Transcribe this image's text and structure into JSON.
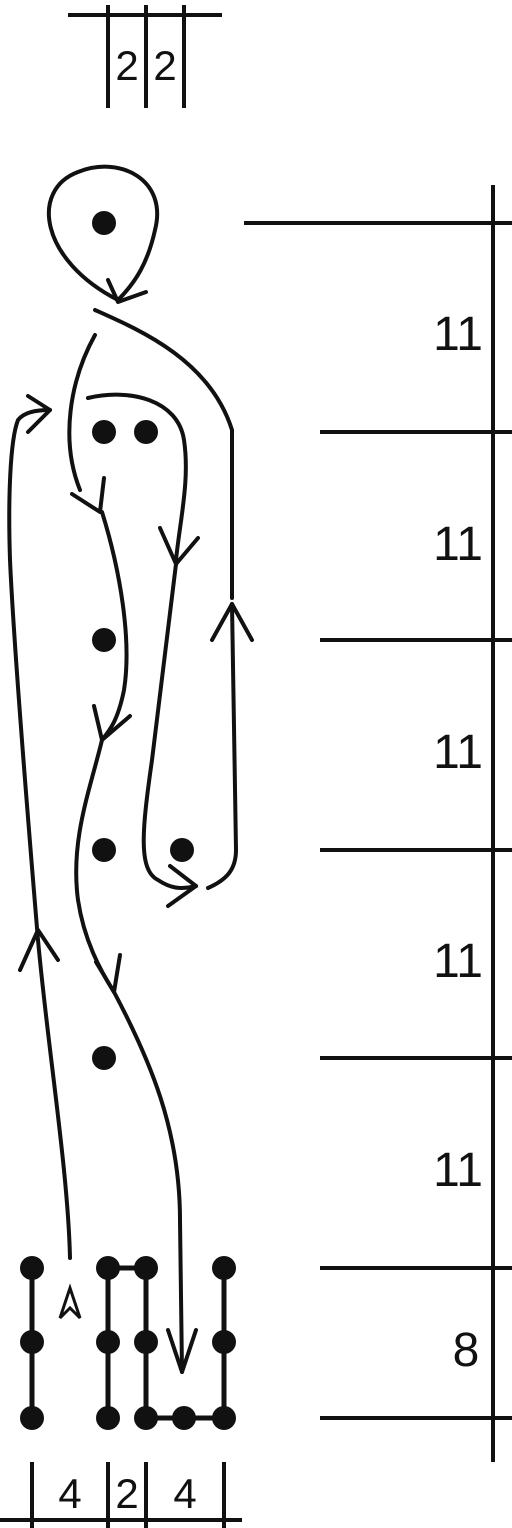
{
  "colors": {
    "ink": "#111111",
    "background": "#ffffff"
  },
  "top_ruler": {
    "labels": [
      "2",
      "2"
    ]
  },
  "right_ruler": {
    "labels": [
      "11",
      "11",
      "11",
      "11",
      "11",
      "8"
    ]
  },
  "bottom_ruler": {
    "labels": [
      "4",
      "2",
      "4"
    ]
  }
}
